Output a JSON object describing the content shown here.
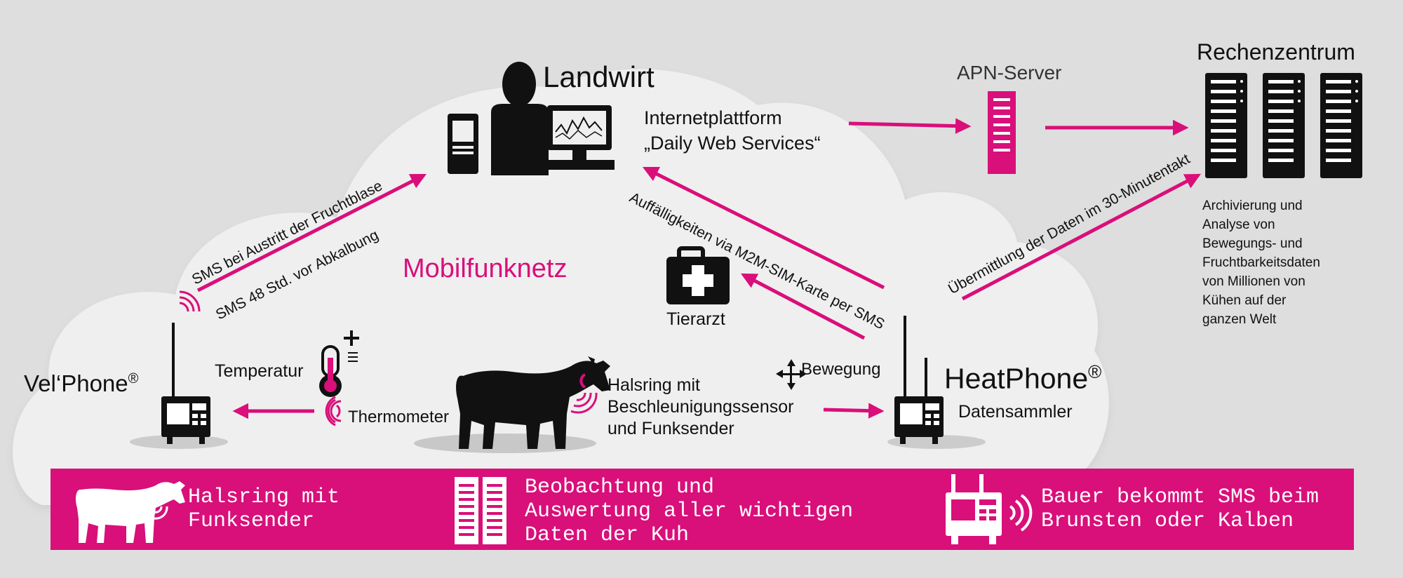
{
  "colors": {
    "magenta": "#d90f7a",
    "black": "#111111",
    "cloud": "#efefef",
    "background": "#dedede",
    "white": "#ffffff"
  },
  "landwirt": {
    "title": "Landwirt"
  },
  "internet": {
    "line1": "Internetplattform",
    "line2": "„Daily Web Services“"
  },
  "apn": {
    "label": "APN-Server"
  },
  "rechenzentrum": {
    "title": "Rechenzentrum",
    "desc": [
      "Archivierung  und",
      "Analyse von",
      "Bewegungs- und",
      "Fruchtbarkeitsdaten",
      "von Millionen von",
      "Kühen auf der",
      "ganzen Welt"
    ]
  },
  "network": {
    "label": "Mobilfunknetz"
  },
  "arrows": {
    "sms_birth": "SMS bei Austritt der Fruchtblase",
    "sms_48h": "SMS 48 Std. vor Abkalbung",
    "anomalies": "Auffälligkeiten via M2M-SIM-Karte per SMS",
    "transmission": "Übermittlung der Daten im 30-Minutentakt"
  },
  "tierarzt": {
    "label": "Tierarzt"
  },
  "velphone": {
    "name": "Vel‘Phone",
    "reg": "®",
    "temperatur": "Temperatur"
  },
  "thermometer": {
    "label": "Thermometer"
  },
  "cow": {
    "line1": "Halsring mit",
    "line2": "Beschleunigungssensor",
    "line3": "und Funksender"
  },
  "heatphone": {
    "name": "HeatPhone",
    "reg": "®",
    "sub": "Datensammler",
    "bewegung": "Bewegung"
  },
  "banner": {
    "item1": [
      "Halsring mit",
      "Funksender"
    ],
    "item2": [
      "Beobachtung und",
      "Auswertung aller wichtigen",
      "Daten der Kuh"
    ],
    "item3": [
      "Bauer bekommt SMS beim",
      "Brunsten oder Kalben"
    ]
  }
}
